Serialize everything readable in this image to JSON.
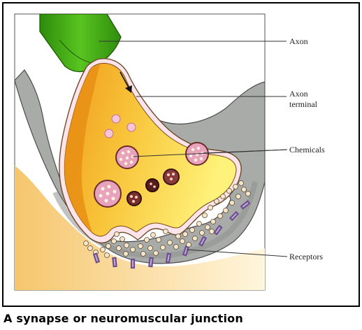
{
  "labels": {
    "axon": "Axon",
    "axon_terminal_line1": "Axon",
    "axon_terminal_line2": "terminal",
    "chemicals": "Chemicals",
    "receptors": "Receptors"
  },
  "caption": "A synapse or neuromuscular junction",
  "colors": {
    "axon_green": "#3fa515",
    "terminal_orange": "#f2a92a",
    "terminal_yellow": "#ffe761",
    "membrane_gray": "#a9aba8",
    "muscle_cream": "#fbe6b4",
    "vesicle_pink": "#ea8fb0",
    "vesicle_dark": "#6b2c2c",
    "receptor_purple": "#9b7bb6"
  }
}
